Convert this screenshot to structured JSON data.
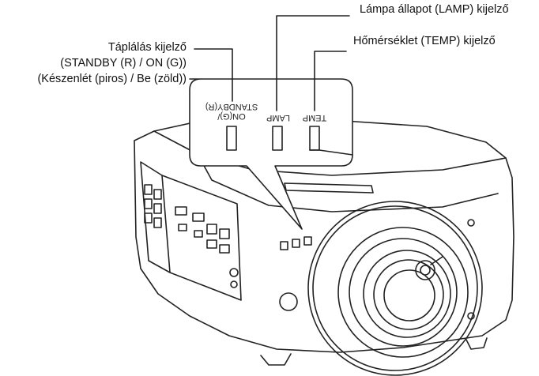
{
  "labels": {
    "lamp": "Lámpa állapot (LAMP) kijelző",
    "temp": "Hőmérséklet (TEMP) kijelző",
    "power": {
      "line1": "Táplálás kijelző",
      "line2": "(STANDBY (R) / ON (G))",
      "line3": "(Készenlét (piros) / Be (zöld))"
    }
  },
  "panel": {
    "standby_line1": "STANDBY(R)",
    "standby_line2": "ON(G)/",
    "lamp": "LAMP",
    "temp": "TEMP"
  }
}
